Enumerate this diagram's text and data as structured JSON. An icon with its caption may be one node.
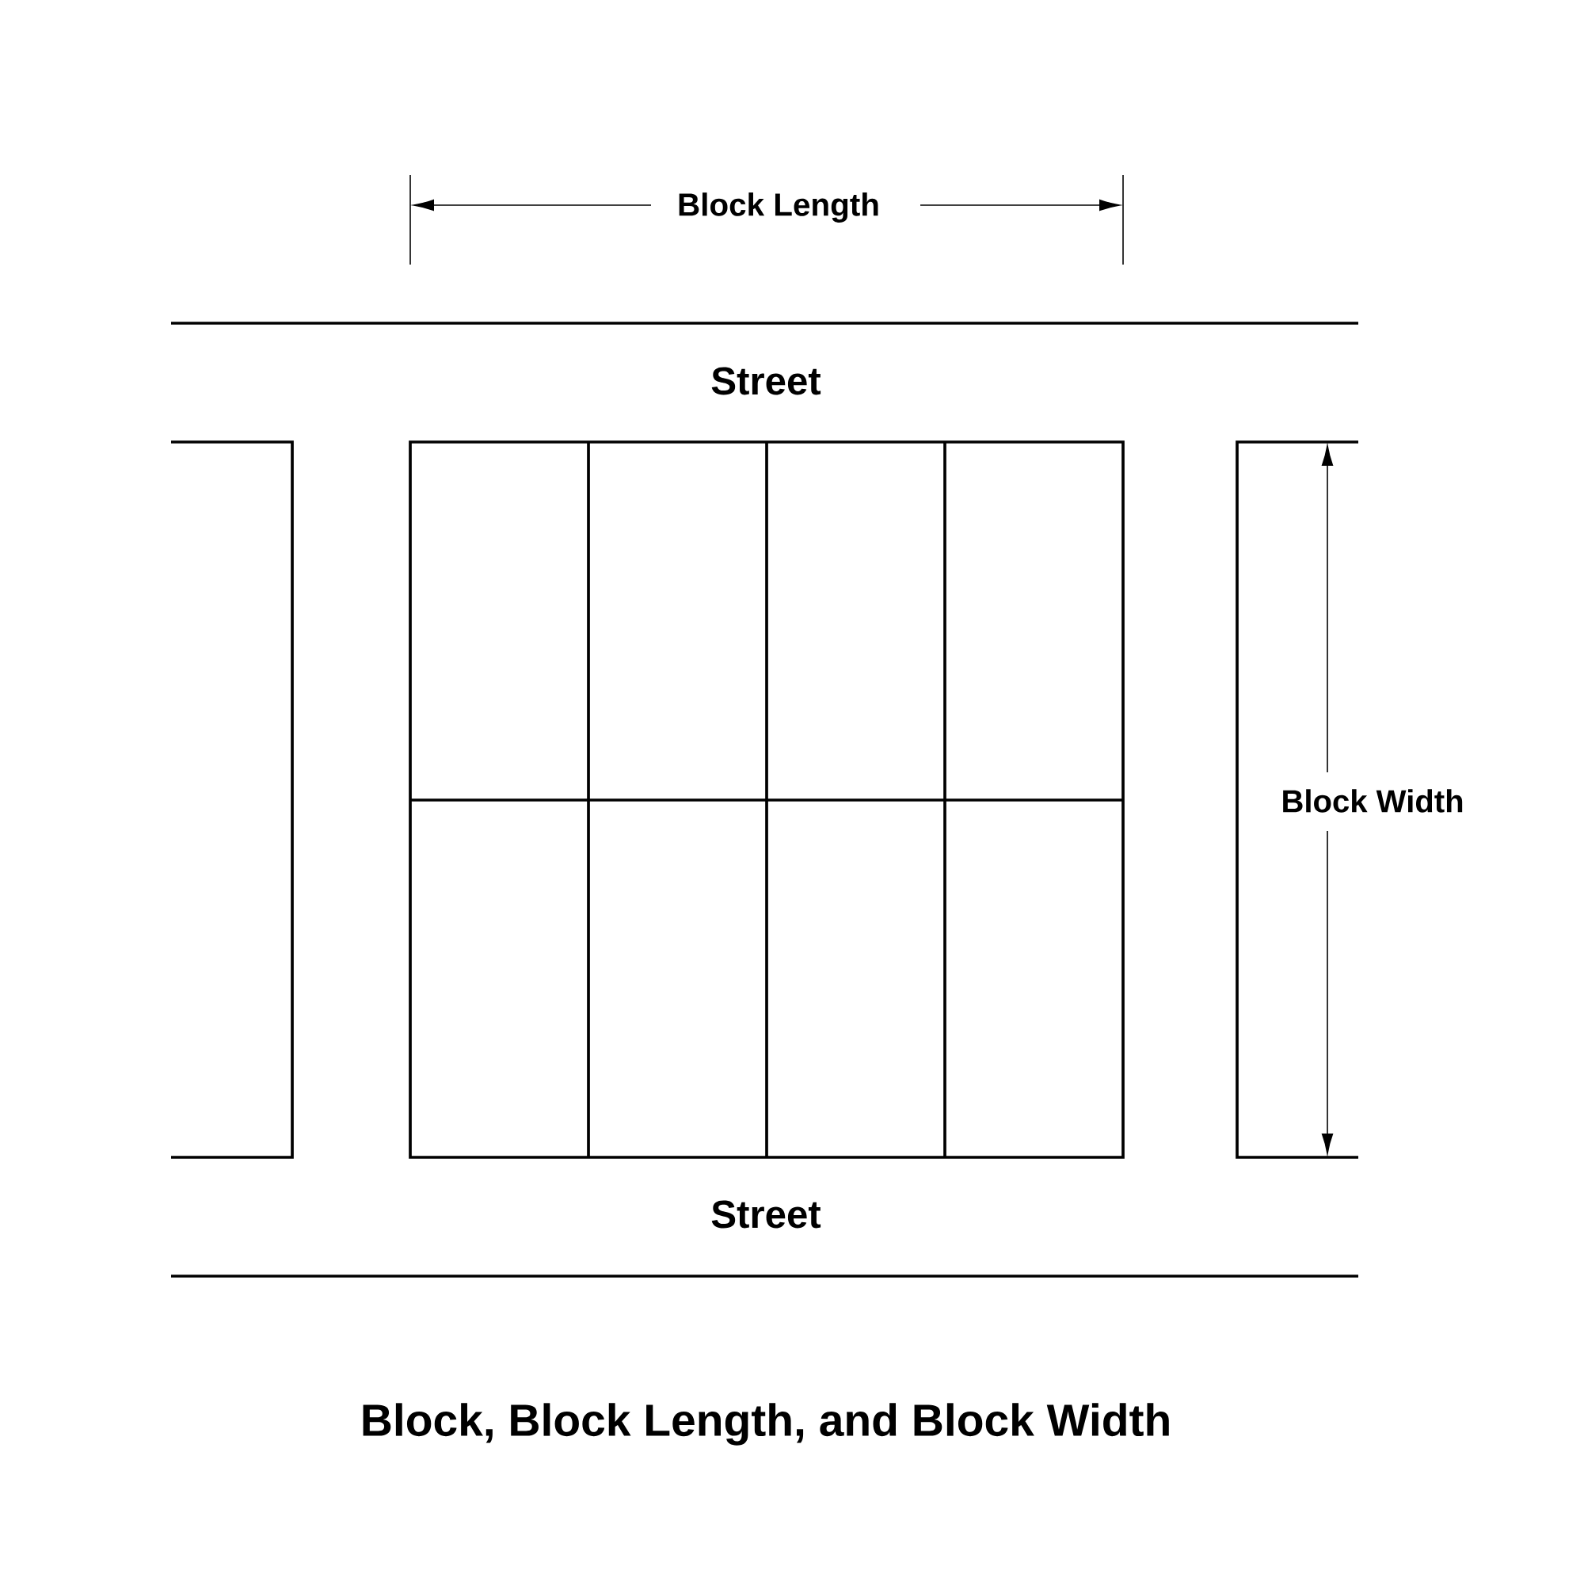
{
  "diagram": {
    "title": "Block, Block Length, and Block Width",
    "labels": [
      "Block Length",
      "Street",
      "Block Width",
      "Street"
    ]
  }
}
